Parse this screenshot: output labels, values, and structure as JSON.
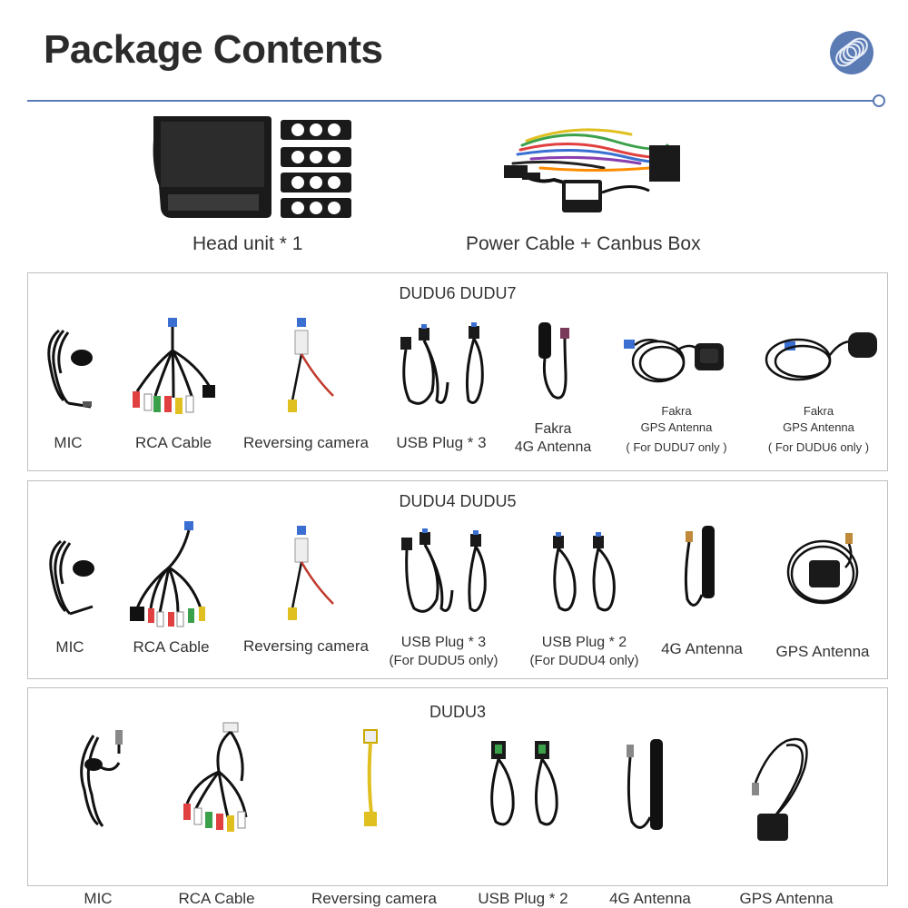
{
  "header": {
    "title": "Package Contents",
    "accent_color": "#5b7bb5",
    "badge_icon": "coil-icon"
  },
  "top_items": [
    {
      "label": "Head unit * 1",
      "icon": "head-unit-with-frames-icon"
    },
    {
      "label": "Power Cable + Canbus Box",
      "icon": "wiring-harness-canbus-icon"
    }
  ],
  "sections": [
    {
      "title": "DUDU6  DUDU7",
      "items": [
        {
          "label": "MIC",
          "icon": "microphone-icon"
        },
        {
          "label": "RCA Cable",
          "icon": "rca-cable-icon"
        },
        {
          "label": "Reversing camera",
          "icon": "reversing-camera-cable-icon"
        },
        {
          "label": "USB Plug * 3",
          "icon": "usb-cables-icon"
        },
        {
          "label": "Fakra",
          "note": "4G Antenna",
          "icon": "4g-antenna-icon"
        },
        {
          "label": "Fakra",
          "note": "GPS Antenna",
          "note2": "( For DUDU7 only )",
          "icon": "gps-antenna-icon"
        },
        {
          "label": "Fakra",
          "note": "GPS Antenna",
          "note2": "( For DUDU6 only )",
          "icon": "gps-antenna-icon"
        }
      ]
    },
    {
      "title": "DUDU4  DUDU5",
      "items": [
        {
          "label": "MIC",
          "icon": "microphone-icon"
        },
        {
          "label": "RCA Cable",
          "icon": "rca-cable-icon"
        },
        {
          "label": "Reversing camera",
          "icon": "reversing-camera-cable-icon"
        },
        {
          "label": "USB Plug * 3",
          "note": "(For DUDU5 only)",
          "icon": "usb-cables-icon"
        },
        {
          "label": "USB Plug * 2",
          "note": "(For DUDU4 only)",
          "icon": "usb-cables-icon"
        },
        {
          "label": "4G Antenna",
          "icon": "4g-antenna-icon"
        },
        {
          "label": "GPS Antenna",
          "icon": "gps-antenna-icon"
        }
      ]
    },
    {
      "title": "DUDU3",
      "items": [
        {
          "label": "MIC",
          "icon": "microphone-icon"
        },
        {
          "label": "RCA Cable",
          "icon": "rca-cable-icon"
        },
        {
          "label": "Reversing camera",
          "icon": "reversing-camera-cable-icon"
        },
        {
          "label": "USB Plug * 2",
          "icon": "usb-cables-icon"
        },
        {
          "label": "4G Antenna",
          "icon": "4g-antenna-icon"
        },
        {
          "label": "GPS Antenna",
          "icon": "gps-antenna-icon"
        }
      ]
    }
  ]
}
